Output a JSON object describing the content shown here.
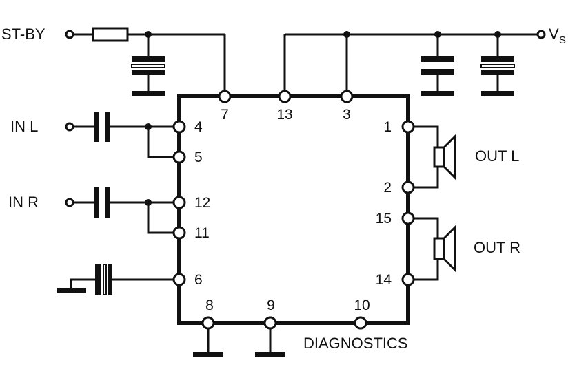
{
  "labels": {
    "stby": "ST-BY",
    "vs": "V",
    "vs_sub": "S",
    "in_l": "IN L",
    "in_r": "IN R",
    "out_l": "OUT L",
    "out_r": "OUT R",
    "diagnostics": "DIAGNOSTICS"
  },
  "pins": {
    "p7": "7",
    "p13": "13",
    "p3": "3",
    "p4": "4",
    "p5": "5",
    "p12": "12",
    "p11": "11",
    "p6": "6",
    "p1": "1",
    "p2": "2",
    "p15": "15",
    "p14": "14",
    "p8": "8",
    "p9": "9",
    "p10": "10"
  },
  "colors": {
    "line": "#111111",
    "background": "#ffffff"
  }
}
